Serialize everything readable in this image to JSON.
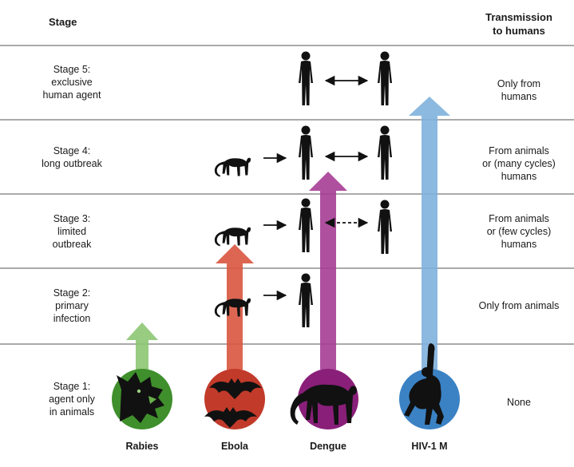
{
  "header": {
    "stage": "Stage",
    "transmission": "Transmission\nto humans"
  },
  "stages": [
    {
      "label": "Stage 5:\nexclusive\nhuman agent",
      "transmission": "Only from\nhumans"
    },
    {
      "label": "Stage 4:\nlong outbreak",
      "transmission": "From animals\nor (many cycles)\nhumans"
    },
    {
      "label": "Stage 3:\nlimited\noutbreak",
      "transmission": "From animals\nor (few cycles)\nhumans"
    },
    {
      "label": "Stage 2:\nprimary\ninfection",
      "transmission": "Only from animals"
    },
    {
      "label": "Stage 1:\nagent only\nin animals",
      "transmission": "None"
    }
  ],
  "diseases": [
    {
      "name": "Rabies",
      "icon": "wolf-icon",
      "color": "#3f8f2c",
      "arrow_color": "#8cc673",
      "reaches_stage": 2
    },
    {
      "name": "Ebola",
      "icon": "bat-icon",
      "color": "#c23a2a",
      "arrow_color": "#d9553f",
      "reaches_stage": 3
    },
    {
      "name": "Dengue",
      "icon": "monkey-icon",
      "color": "#8a1f7a",
      "arrow_color": "#a63d95",
      "reaches_stage": 4
    },
    {
      "name": "HIV-1 M",
      "icon": "chimpanzee-icon",
      "color": "#3b82c4",
      "arrow_color": "#7fb1dd",
      "reaches_stage": 5
    }
  ]
}
